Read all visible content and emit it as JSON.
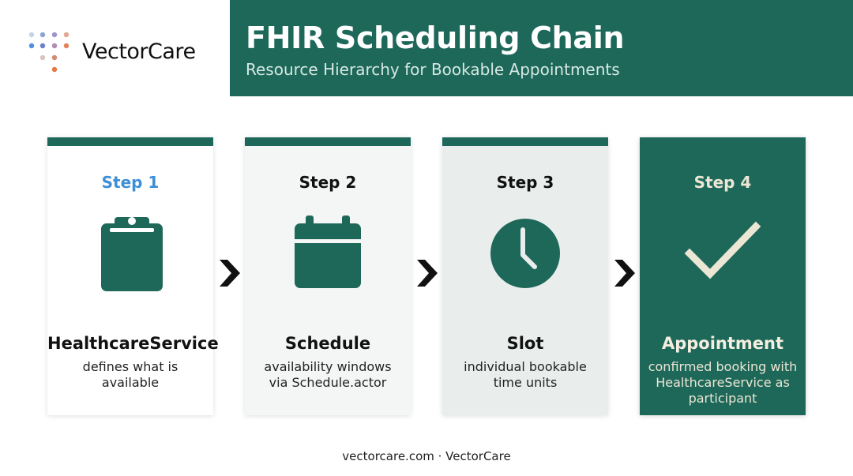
{
  "brand": {
    "name": "VectorCare"
  },
  "header": {
    "title": "FHIR Scheduling Chain",
    "subtitle": "Resource Hierarchy for Bookable Appointments"
  },
  "steps": [
    {
      "step": "Step 1",
      "name": "HealthcareService",
      "lines": [
        "defines what is available"
      ],
      "icon": "clipboard-icon"
    },
    {
      "step": "Step 2",
      "name": "Schedule",
      "lines": [
        "availability windows",
        "via Schedule.actor"
      ],
      "icon": "calendar-icon"
    },
    {
      "step": "Step 3",
      "name": "Slot",
      "lines": [
        "individual bookable",
        "time units"
      ],
      "icon": "clock-icon"
    },
    {
      "step": "Step 4",
      "name": "Appointment",
      "lines": [
        "confirmed booking with",
        "HealthcareService as",
        "participant"
      ],
      "icon": "checkmark-icon"
    }
  ],
  "footer": {
    "text": "vectorcare.com · VectorCare"
  },
  "colors": {
    "primary": "#1e685a",
    "step1_accent": "#3d8fd6",
    "final_text": "#ece6d4"
  }
}
